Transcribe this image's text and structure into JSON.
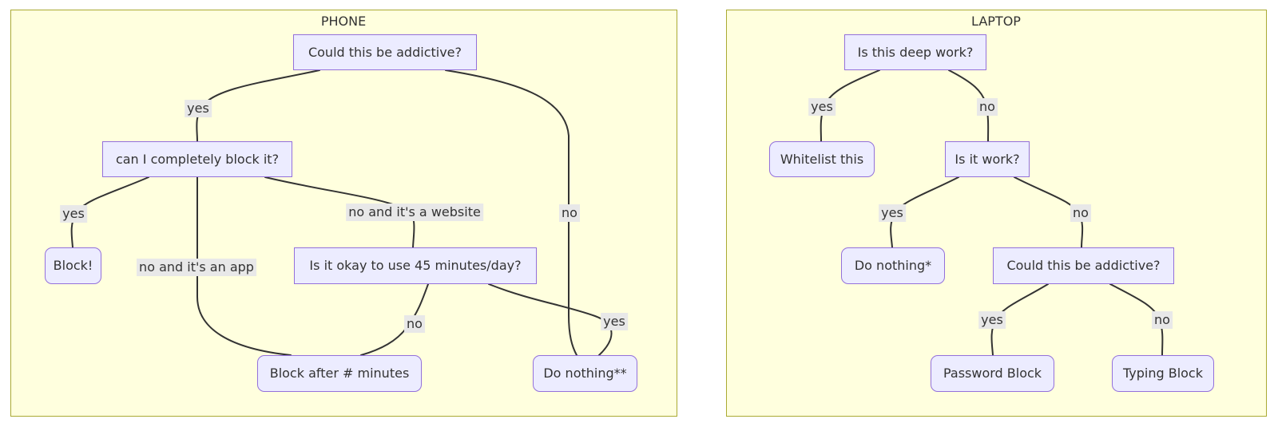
{
  "colors": {
    "node_fill": "#ECECFF",
    "node_border": "#9370DB",
    "cluster_fill": "#ffffde",
    "cluster_border": "#aaaa33",
    "edge": "#333333",
    "edge_label_bg": "#e8e8e8",
    "text": "#333333"
  },
  "phone": {
    "title": "PHONE",
    "nodes": {
      "addictive": "Could this be addictive?",
      "can_block": "can I completely block it?",
      "block": "Block!",
      "ok_45": "Is it okay to use 45 minutes/day?",
      "block_after": "Block after # minutes",
      "do_nothing": "Do nothing**"
    },
    "connections": [
      {
        "from": "addictive",
        "to": "can_block",
        "label": "yes"
      },
      {
        "from": "addictive",
        "to": "do_nothing",
        "label": "no"
      },
      {
        "from": "can_block",
        "to": "block",
        "label": "yes"
      },
      {
        "from": "can_block",
        "to": "block_after",
        "label": "no and it's an app"
      },
      {
        "from": "can_block",
        "to": "ok_45",
        "label": "no and it's a website"
      },
      {
        "from": "ok_45",
        "to": "block_after",
        "label": "no"
      },
      {
        "from": "ok_45",
        "to": "do_nothing",
        "label": "yes"
      }
    ]
  },
  "laptop": {
    "title": "LAPTOP",
    "nodes": {
      "deep_work": "Is this deep work?",
      "whitelist": "Whitelist this",
      "is_work": "Is it work?",
      "do_nothing": "Do nothing*",
      "addictive": "Could this be addictive?",
      "password_block": "Password Block",
      "typing_block": "Typing Block"
    },
    "connections": [
      {
        "from": "deep_work",
        "to": "whitelist",
        "label": "yes"
      },
      {
        "from": "deep_work",
        "to": "is_work",
        "label": "no"
      },
      {
        "from": "is_work",
        "to": "do_nothing",
        "label": "yes"
      },
      {
        "from": "is_work",
        "to": "addictive",
        "label": "no"
      },
      {
        "from": "addictive",
        "to": "password_block",
        "label": "yes"
      },
      {
        "from": "addictive",
        "to": "typing_block",
        "label": "no"
      }
    ]
  }
}
